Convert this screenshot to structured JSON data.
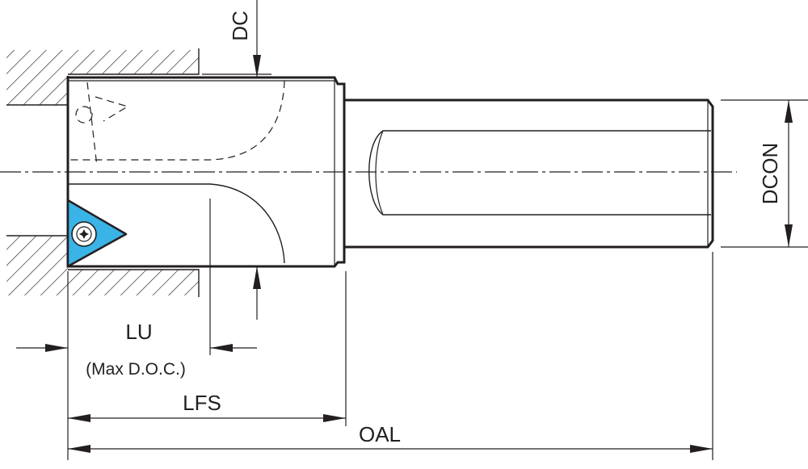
{
  "labels": {
    "dc": "DC",
    "dcon": "DCON",
    "lu": "LU",
    "lu_note": "(Max D.O.C.)",
    "lfs": "LFS",
    "oal": "OAL"
  },
  "colors": {
    "line": "#231f20",
    "insert_fill": "#3ab3e6",
    "background": "#ffffff"
  },
  "icons": {
    "insert": "triangular-insert",
    "screw": "torx-screw"
  }
}
